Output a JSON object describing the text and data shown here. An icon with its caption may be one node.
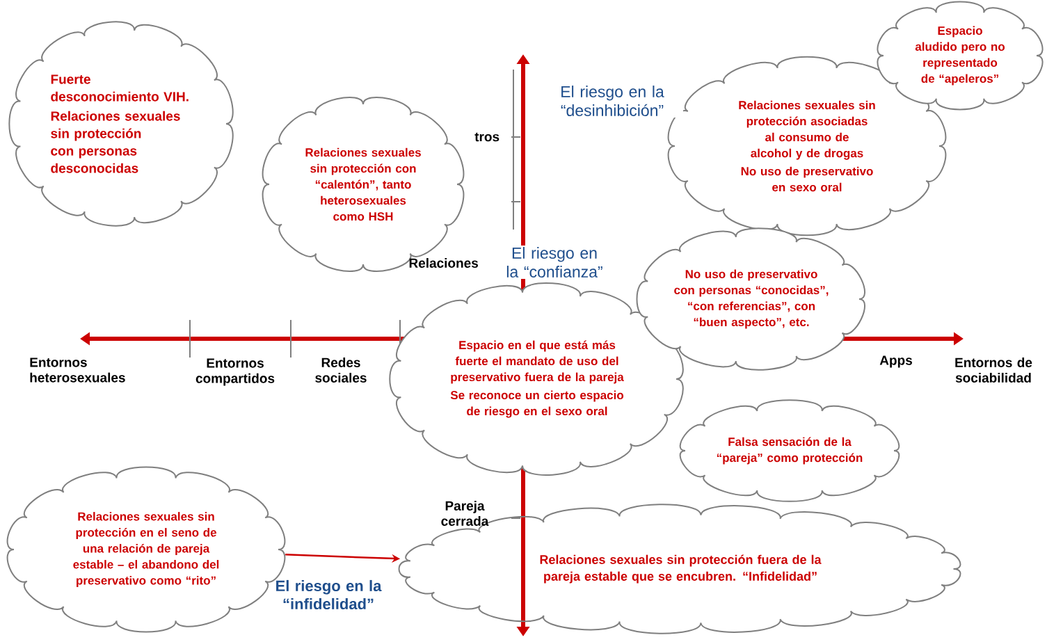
{
  "diagram": {
    "nodes": [
      {
        "text": [
          "Fuerte desconocimiento VIH.",
          "Relaciones sexuales sin protección con personas desconocidas"
        ]
      },
      {
        "text": [
          "Espacio aludido pero no representado de “apeleros”"
        ]
      },
      {
        "text": [
          "Relaciones sexuales sin protección asociadas al consumo de alcohol y de drogas",
          "No uso de preservativo en sexo oral"
        ]
      },
      {
        "text": [
          "Relaciones sexuales sin protección con “calentón”, tanto heterosexuales como HSH"
        ]
      },
      {
        "text": [
          "No uso de preservativo con personas “conocidas”, “con referencias”, con “buen aspecto”, etc."
        ]
      },
      {
        "text": [
          "Espacio en el que está más fuerte el mandato de uso del preservativo fuera de la pareja",
          "Se reconoce un cierto espacio de riesgo en el sexo oral"
        ]
      },
      {
        "text": [
          "Falsa sensación de la “pareja” como protección"
        ]
      },
      {
        "text": [
          "Relaciones sexuales sin protección en el seno de una relación de pareja estable – el abandono del preservativo como “rito”"
        ]
      },
      {
        "text": [
          "Relaciones sexuales sin protección fuera de la pareja estable que se encubren. “Infidelidad”"
        ]
      }
    ],
    "edges": [
      {
        "from": 7,
        "to": 8,
        "arrow": "to"
      }
    ],
    "labels": [
      "El riesgo en la “desinhibición”",
      "tros",
      "El riesgo en la “confianza”",
      "Relaciones",
      "Entornos heterosexuales",
      "Entornos compartidos",
      "Redes sociales",
      "Apps",
      "Entornos de sociabilidad",
      "Pareja cerrada",
      "El riesgo en la “infidelidad”"
    ]
  }
}
